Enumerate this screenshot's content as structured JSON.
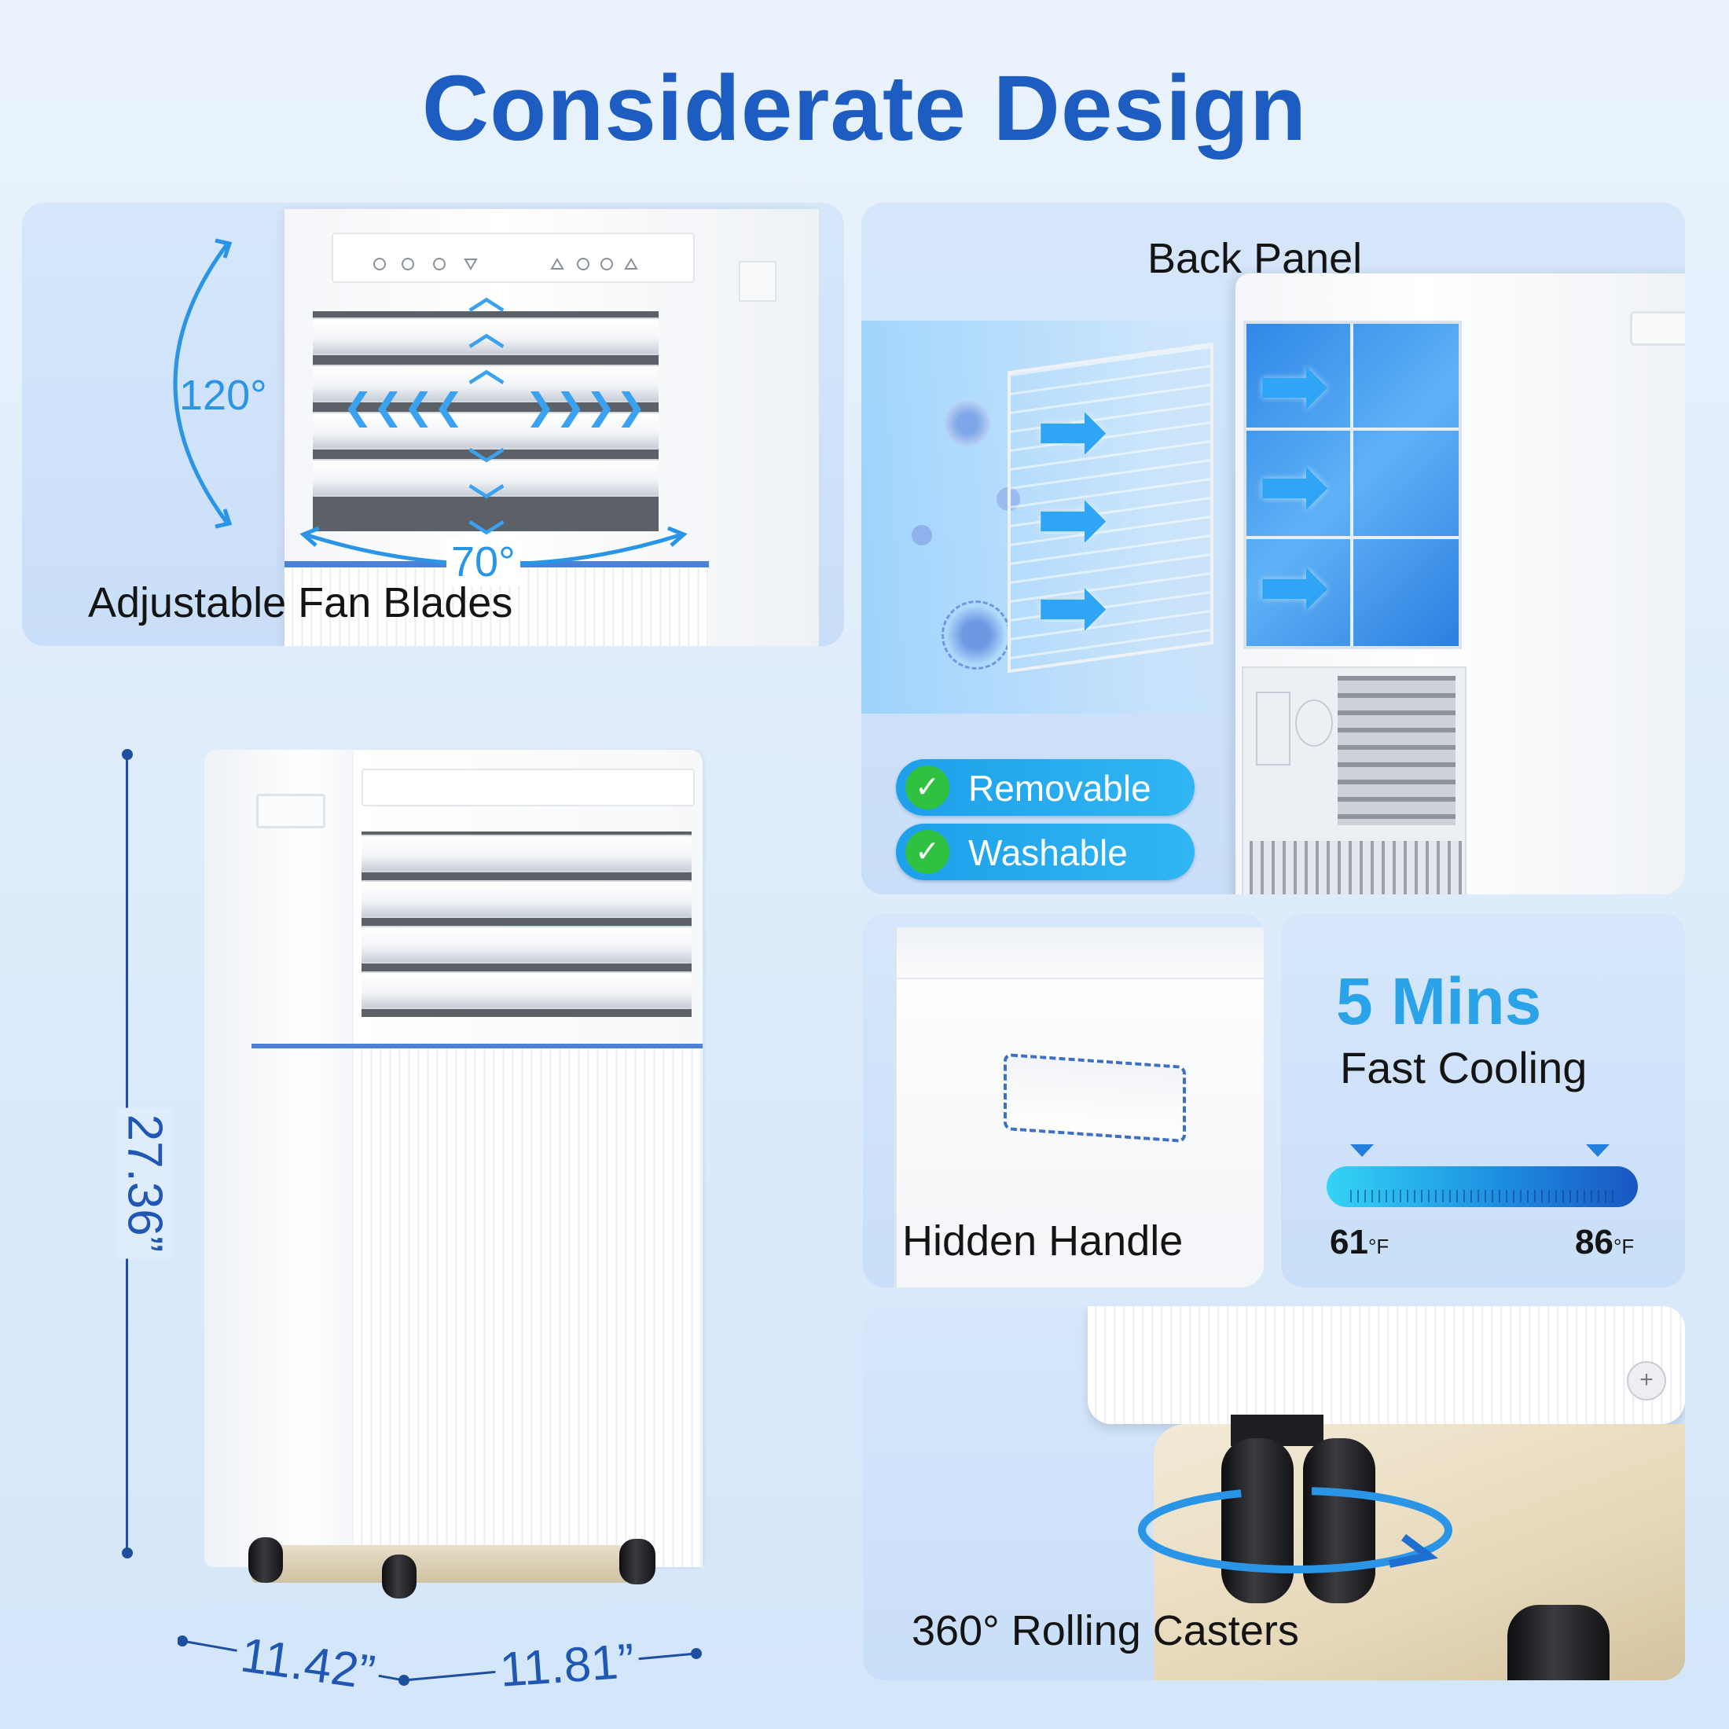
{
  "title": "Considerate Design",
  "panels": {
    "fan_blades": {
      "label": "Adjustable Fan Blades",
      "vertical_angle": "120°",
      "horizontal_angle": "70°"
    },
    "back_panel": {
      "label": "Back Panel",
      "badges": [
        "Removable",
        "Washable"
      ]
    },
    "hidden_handle": {
      "label": "Hidden Handle"
    },
    "fast_cooling": {
      "headline": "5 Mins",
      "subline": "Fast Cooling",
      "temp_low": "61",
      "temp_high": "86",
      "temp_unit": "°F"
    },
    "casters": {
      "label": "360° Rolling Casters"
    }
  },
  "dimensions": {
    "height": "27.36”",
    "width": "11.42”",
    "depth": "11.81”"
  },
  "colors": {
    "title": "#1d5cc0",
    "accent": "#2aa3e8",
    "badge": "#1da0ea",
    "check": "#2fc13f",
    "dimension": "#1e4f9f"
  }
}
